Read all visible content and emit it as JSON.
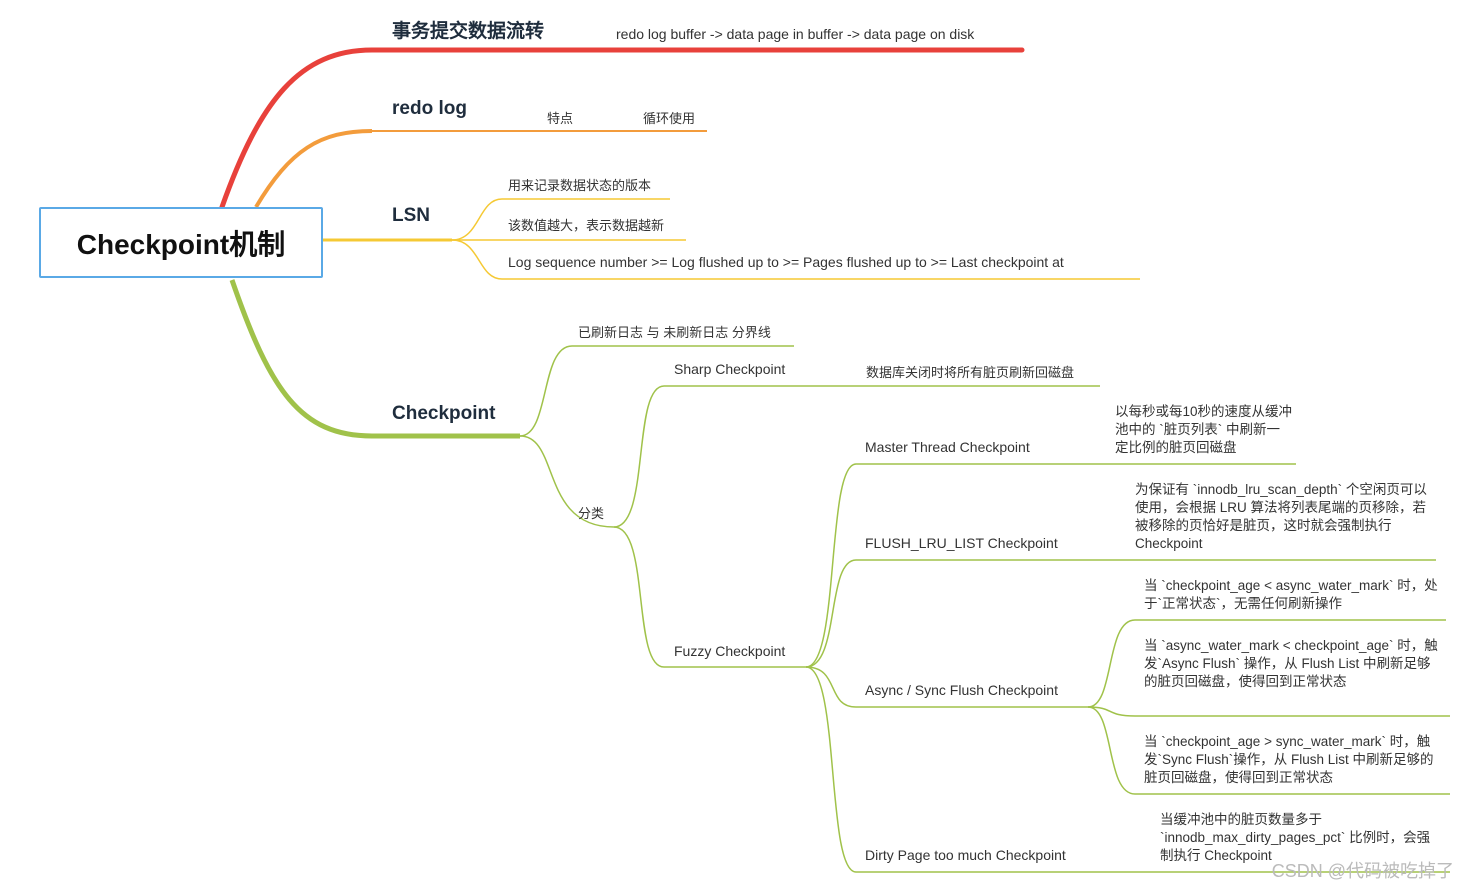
{
  "root": "Checkpoint机制",
  "branches": {
    "txn": {
      "title": "事务提交数据流转",
      "detail": "redo log buffer -> data page in buffer -> data page on disk",
      "color": "#e8413b"
    },
    "redo": {
      "title": "redo log",
      "feature": "特点",
      "cyclic": "循环使用",
      "color": "#f39c3c"
    },
    "lsn": {
      "title": "LSN",
      "items": [
        "用来记录数据状态的版本",
        "该数值越大，表示数据越新",
        "Log sequence number  >=  Log flushed up to >= Pages flushed up to >= Last checkpoint at"
      ],
      "color": "#f5c934"
    },
    "checkpoint": {
      "title": "Checkpoint",
      "divider": "已刷新日志 与 未刷新日志 分界线",
      "category": "分类",
      "sharp": {
        "label": "Sharp Checkpoint",
        "desc": "数据库关闭时将所有脏页刷新回磁盘"
      },
      "fuzzy": {
        "label": "Fuzzy Checkpoint",
        "master": {
          "label": "Master Thread Checkpoint",
          "desc": "以每秒或每10秒的速度从缓冲池中的 `脏页列表` 中刷新一定比例的脏页回磁盘"
        },
        "flush_lru": {
          "label": "FLUSH_LRU_LIST Checkpoint",
          "desc": "为保证有 `innodb_lru_scan_depth` 个空闲页可以使用，会根据 LRU 算法将列表尾端的页移除，若被移除的页恰好是脏页，这时就会强制执行 Checkpoint"
        },
        "async_sync": {
          "label": "Async / Sync Flush Checkpoint",
          "cases": [
            "当 `checkpoint_age  < async_water_mark` 时，处于`正常状态`，无需任何刷新操作",
            "当 `async_water_mark < checkpoint_age`  时，触发`Async Flush` 操作，从 Flush List 中刷新足够的脏页回磁盘，使得回到正常状态",
            "当 `checkpoint_age  > sync_water_mark` 时，触发`Sync Flush`操作，从 Flush List 中刷新足够的脏页回磁盘，使得回到正常状态"
          ]
        },
        "dirty": {
          "label": "Dirty Page too much Checkpoint",
          "desc": "当缓冲池中的脏页数量多于 `innodb_max_dirty_pages_pct` 比例时，会强制执行 Checkpoint"
        }
      },
      "color": "#a0c24a"
    }
  },
  "watermark": "CSDN @代码被吃掉了"
}
